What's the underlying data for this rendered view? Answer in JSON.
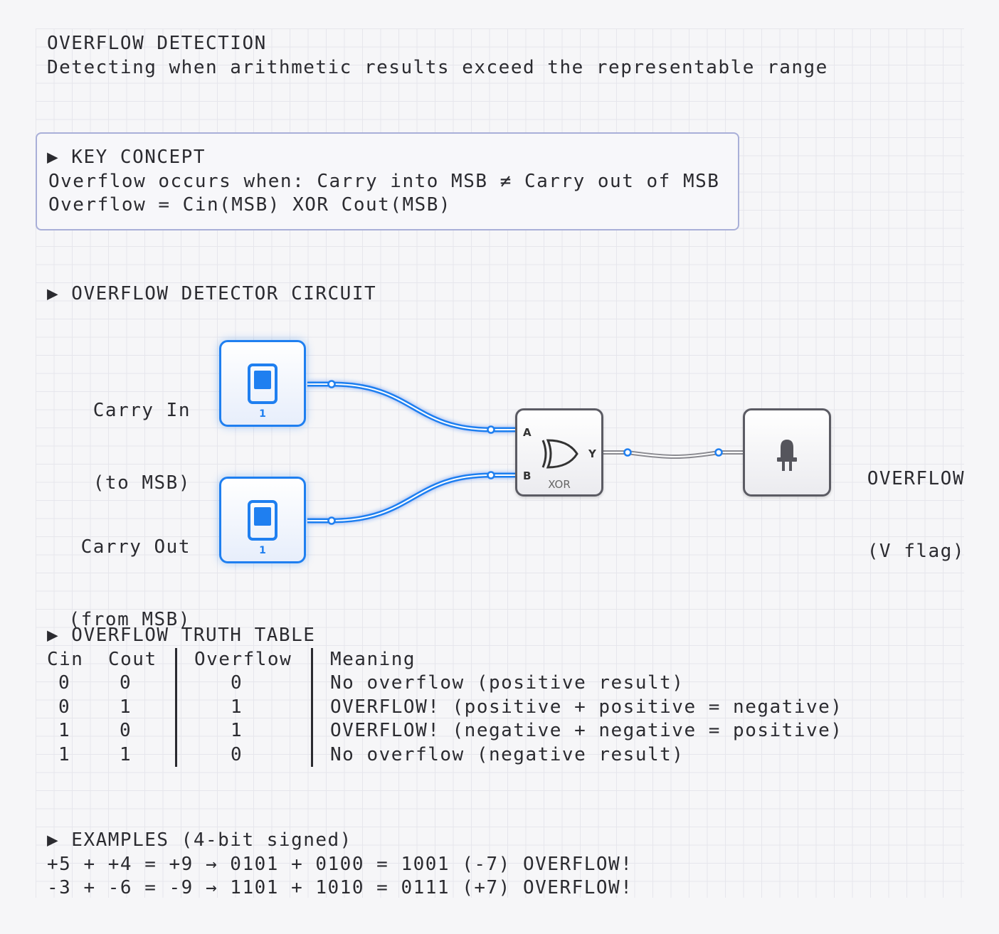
{
  "header": {
    "title": "OVERFLOW DETECTION",
    "subtitle": "Detecting when arithmetic results exceed the representable range"
  },
  "concept": {
    "heading": "▶ KEY CONCEPT",
    "line1": "Overflow occurs when: Carry into MSB ≠ Carry out of MSB",
    "line2": "Overflow = Cin(MSB) XOR Cout(MSB)"
  },
  "circuit": {
    "heading": "▶ OVERFLOW DETECTOR CIRCUIT",
    "carry_in_label_1": "Carry In",
    "carry_in_label_2": "(to MSB)",
    "carry_out_label_1": "Carry Out",
    "carry_out_label_2": "(from MSB)",
    "switch_in_value": "1",
    "switch_out_value": "1",
    "gate_name": "XOR",
    "pin_a": "A",
    "pin_b": "B",
    "pin_y": "Y",
    "output_label_1": "OVERFLOW",
    "output_label_2": "(V flag)",
    "active_color": "#1f7ff0",
    "inactive_color": "#8a8a90"
  },
  "truth_table": {
    "heading": "▶ OVERFLOW TRUTH TABLE",
    "headers": [
      "Cin",
      "Cout",
      "Overflow",
      "Meaning"
    ],
    "rows": [
      [
        "0",
        "0",
        "0",
        "No overflow (positive result)"
      ],
      [
        "0",
        "1",
        "1",
        "OVERFLOW! (positive + positive = negative)"
      ],
      [
        "1",
        "0",
        "1",
        "OVERFLOW! (negative + negative = positive)"
      ],
      [
        "1",
        "1",
        "0",
        "No overflow (negative result)"
      ]
    ]
  },
  "examples": {
    "heading": "▶ EXAMPLES (4-bit signed)",
    "lines": [
      "+5 + +4 = +9 → 0101 + 0100 = 1001 (-7) OVERFLOW!",
      "-3 + -6 = -9 → 1101 + 1010 = 0111 (+7) OVERFLOW!"
    ]
  }
}
